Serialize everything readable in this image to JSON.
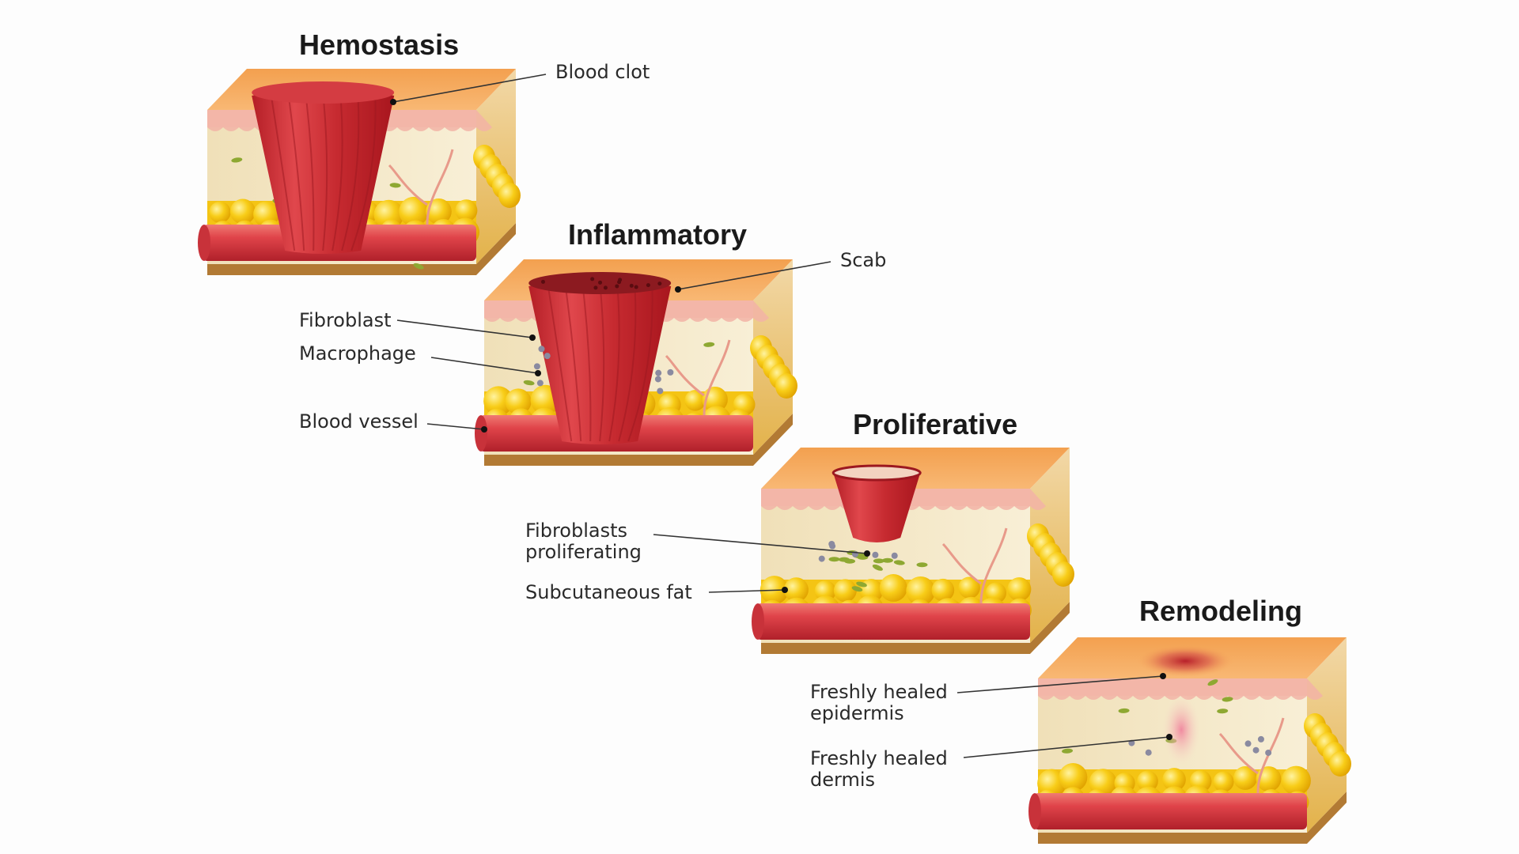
{
  "stages": [
    {
      "id": "hemostasis",
      "title": "Hemostasis",
      "wound": "clot",
      "labels": [
        {
          "text": [
            "Blood clot"
          ],
          "target": "wound-top"
        }
      ]
    },
    {
      "id": "inflammatory",
      "title": "Inflammatory",
      "wound": "scab",
      "labels": [
        {
          "text": [
            "Scab"
          ],
          "target": "wound-top"
        },
        {
          "text": [
            "Fibroblast"
          ],
          "target": "fibroblast-cell"
        },
        {
          "text": [
            "Macrophage"
          ],
          "target": "macrophage-cell"
        },
        {
          "text": [
            "Blood vessel"
          ],
          "target": "vessel-end"
        }
      ]
    },
    {
      "id": "proliferative",
      "title": "Proliferative",
      "wound": "small-scab",
      "labels": [
        {
          "text": [
            "Fibroblasts",
            "proliferating"
          ],
          "target": "fibroblast-cluster"
        },
        {
          "text": [
            "Subcutaneous fat"
          ],
          "target": "fat-layer"
        }
      ]
    },
    {
      "id": "remodeling",
      "title": "Remodeling",
      "wound": "healed",
      "labels": [
        {
          "text": [
            "Freshly healed",
            "epidermis"
          ],
          "target": "epidermis-spot"
        },
        {
          "text": [
            "Freshly healed",
            "dermis"
          ],
          "target": "dermis-spot"
        }
      ]
    }
  ],
  "colors": {
    "skin_top": "#f4a256",
    "skin_front": "#f6c8b8",
    "dermis": "#f3e6c4",
    "fat": "#f6c812",
    "vessel": "#d8383c",
    "clot": "#c7282c",
    "base": "#b7853e"
  }
}
